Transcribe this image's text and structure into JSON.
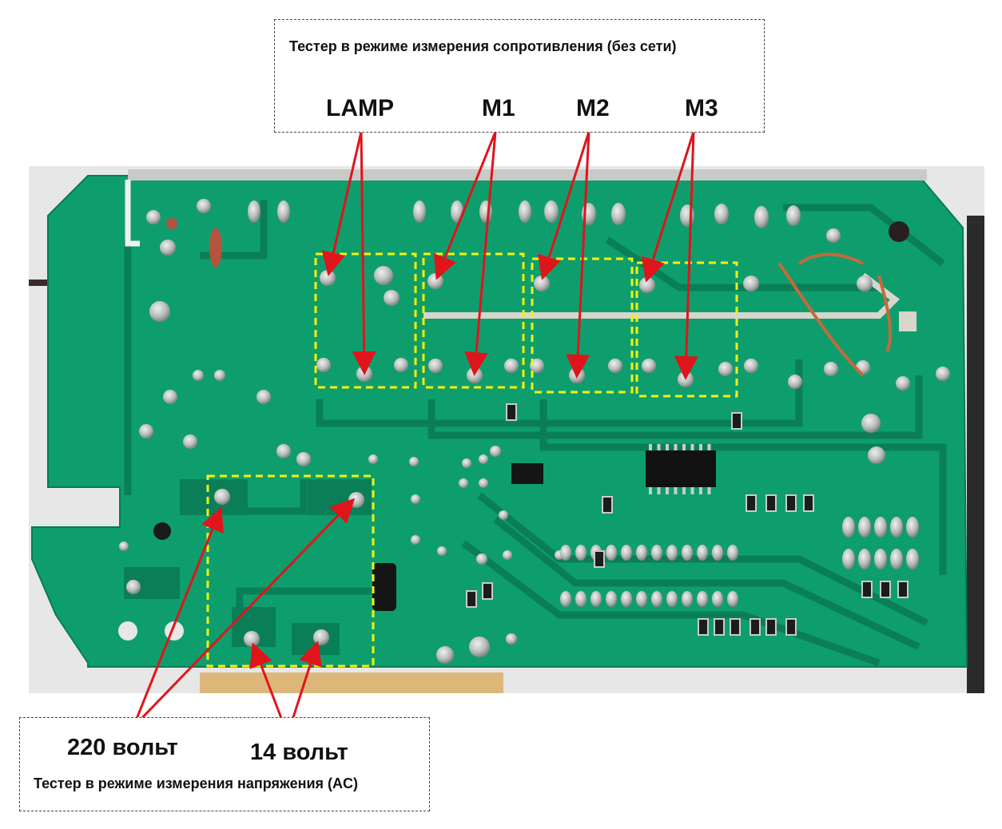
{
  "title": "Плата управления: точки проверки тестером",
  "top_annotation": {
    "caption": "Тестер в режиме измерения сопротивления (без сети)",
    "labels": [
      {
        "id": "lamp",
        "text": "LAMP"
      },
      {
        "id": "m1",
        "text": "M1"
      },
      {
        "id": "m2",
        "text": "M2"
      },
      {
        "id": "m3",
        "text": "M3"
      }
    ]
  },
  "bottom_annotation": {
    "caption": "Тестер в режиме измерения напряжения (AC)",
    "labels": [
      {
        "id": "v220",
        "text": "220 вольт"
      },
      {
        "id": "v14",
        "text": "14 вольт"
      }
    ]
  },
  "colors": {
    "pcb": "#0e9e6e",
    "pcb_dark_trace": "#0a7f57",
    "solder": "#c8ccc9",
    "arrow": "#e0141b",
    "highlight_box": "#f4f20a",
    "annotation_border": "#444444"
  },
  "relay_groups": [
    "LAMP",
    "M1",
    "M2",
    "M3"
  ],
  "voltage_groups": [
    "220 вольт",
    "14 вольт"
  ]
}
